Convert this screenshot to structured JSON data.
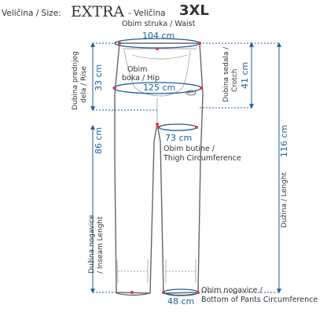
{
  "header": {
    "size_label": "Veličina / Size:",
    "size_name": "EXTRA",
    "size_label_2": "- Veličina",
    "size_code": "3XL"
  },
  "waist": {
    "label": "Obim struka / Waist",
    "value": "104 cm"
  },
  "hip": {
    "label_line1": "Obim",
    "label_line2": "boka / Hip",
    "value": "125 cm"
  },
  "rise": {
    "label_line1": "Dubina prednjeg",
    "label_line2": "dela / Rise",
    "value": "33 cm"
  },
  "crotch": {
    "label_line1": "Dubina sedala /",
    "label_line2": "Crotch",
    "value": "41 cm"
  },
  "thigh": {
    "value": "73 cm",
    "label_line1": "Obim butine /",
    "label_line2": "Thigh Circumference"
  },
  "inseam": {
    "label_line1": "Dužina nogavice",
    "label_line2": "/ Inseam Lenght",
    "value": "86 cm"
  },
  "length": {
    "label": "Dužina / Lenght",
    "value": "116 cm"
  },
  "hem": {
    "value": "48 cm",
    "label_line1": "Obim nogavice /",
    "label_line2": "Bottom of Pants Circumference"
  },
  "colors": {
    "accent": "#1d5f9c",
    "marker": "#e8334a",
    "outline": "#555555"
  }
}
